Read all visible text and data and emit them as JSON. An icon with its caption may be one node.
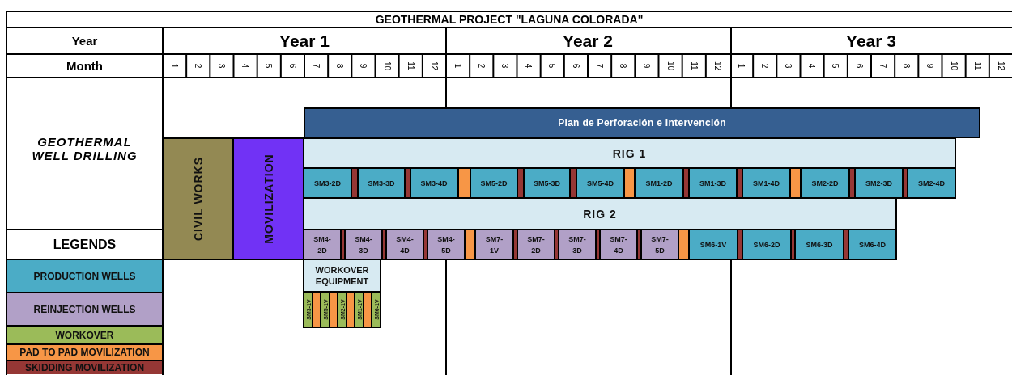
{
  "diagram": {
    "title": "GEOTHERMAL PROJECT \"LAGUNA COLORADA\"",
    "nodes": [
      {
        "text": [
          "Plan de Perforación e Intervención"
        ]
      },
      {
        "text": [
          "CIVIL WORKS"
        ]
      },
      {
        "text": [
          "MOVILIZATION"
        ]
      },
      {
        "text": [
          "RIG 1"
        ]
      },
      {
        "text": [
          "SM3-2D"
        ]
      },
      {
        "text": [],
        "shape": "bar"
      },
      {
        "text": [
          "SM3-3D"
        ]
      },
      {
        "text": [],
        "shape": "bar"
      },
      {
        "text": [
          "SM3-4D"
        ]
      },
      {
        "text": [],
        "shape": "bar"
      },
      {
        "text": [
          "SM5-2D"
        ]
      },
      {
        "text": [],
        "shape": "bar"
      },
      {
        "text": [
          "SM5-3D"
        ]
      },
      {
        "text": [],
        "shape": "bar"
      },
      {
        "text": [
          "SM5-4D"
        ]
      },
      {
        "text": [],
        "shape": "bar"
      },
      {
        "text": [
          "SM1-2D"
        ]
      },
      {
        "text": [],
        "shape": "bar"
      },
      {
        "text": [
          "SM1-3D"
        ]
      },
      {
        "text": [],
        "shape": "bar"
      },
      {
        "text": [
          "SM1-4D"
        ]
      },
      {
        "text": [],
        "shape": "bar"
      },
      {
        "text": [
          "SM2-2D"
        ]
      },
      {
        "text": [],
        "shape": "bar"
      },
      {
        "text": [
          "SM2-3D"
        ]
      },
      {
        "text": [],
        "shape": "bar"
      },
      {
        "text": [
          "SM2-4D"
        ]
      },
      {
        "text": [
          "RIG 2"
        ]
      },
      {
        "text": [
          "SM4- 2D"
        ]
      },
      {
        "text": [],
        "shape": "bar"
      },
      {
        "text": [
          "SM4- 3D"
        ]
      },
      {
        "text": [],
        "shape": "bar"
      },
      {
        "text": [
          "SM4- 4D"
        ]
      },
      {
        "text": [],
        "shape": "bar"
      },
      {
        "text": [
          "SM4- 5D"
        ]
      },
      {
        "text": [],
        "shape": "bar"
      },
      {
        "text": [
          "SM7- 1V"
        ]
      },
      {
        "text": [],
        "shape": "bar"
      },
      {
        "text": [
          "SM7- 2D"
        ]
      },
      {
        "text": [],
        "shape": "bar"
      },
      {
        "text": [
          "SM7- 3D"
        ]
      },
      {
        "text": [],
        "shape": "bar"
      },
      {
        "text": [
          "SM7- 4D"
        ]
      },
      {
        "text": [],
        "shape": "bar"
      },
      {
        "text": [
          "SM7- 5D"
        ]
      },
      {
        "text": [],
        "shape": "bar"
      },
      {
        "text": [
          "SM6-1V"
        ]
      },
      {
        "text": [],
        "shape": "bar"
      },
      {
        "text": [
          "SM6-2D"
        ]
      },
      {
        "text": [],
        "shape": "bar"
      },
      {
        "text": [
          "SM6-3D"
        ]
      },
      {
        "text": [],
        "shape": "bar"
      },
      {
        "text": [
          "SM6-4D"
        ]
      },
      {
        "text": [
          "WORKOVER EQUIPMENT"
        ]
      },
      {
        "text": [
          "SM3-1V"
        ]
      },
      {
        "text": [],
        "shape": "bar"
      },
      {
        "text": [
          "SM5-1V"
        ]
      },
      {
        "text": [],
        "shape": "bar"
      },
      {
        "text": [
          "SM2-1V"
        ]
      },
      {
        "text": [],
        "shape": "bar"
      },
      {
        "text": [
          "SM1-1V"
        ]
      },
      {
        "text": [],
        "shape": "bar"
      },
      {
        "text": [
          "SM6-1V"
        ]
      }
    ],
    "labels": [
      "Year",
      "Year 1",
      "Year 2",
      "Year 3",
      "Month",
      "1",
      "2",
      "3",
      "4",
      "5",
      "6",
      "7",
      "8",
      "9",
      "10",
      "11",
      "12",
      "1",
      "2",
      "3",
      "4",
      "5",
      "6",
      "7",
      "8",
      "9",
      "10",
      "11",
      "12",
      "1",
      "2",
      "3",
      "4",
      "5",
      "6",
      "7",
      "8",
      "9",
      "10",
      "11",
      "12",
      "GEOTHERMAL WELL DRILLING",
      "LEGENDS"
    ],
    "legend": [
      {
        "text": "PRODUCTION WELLS",
        "color": "#4bacc6"
      },
      {
        "text": "REINJECTION WELLS",
        "color": "#b1a0c7"
      },
      {
        "text": "WORKOVER",
        "color": "#9bbb59"
      },
      {
        "text": "PAD TO PAD MOVILIZATION",
        "color": "#f79646"
      },
      {
        "text": "SKIDDING MOVILIZATION",
        "color": "#953735"
      }
    ]
  }
}
